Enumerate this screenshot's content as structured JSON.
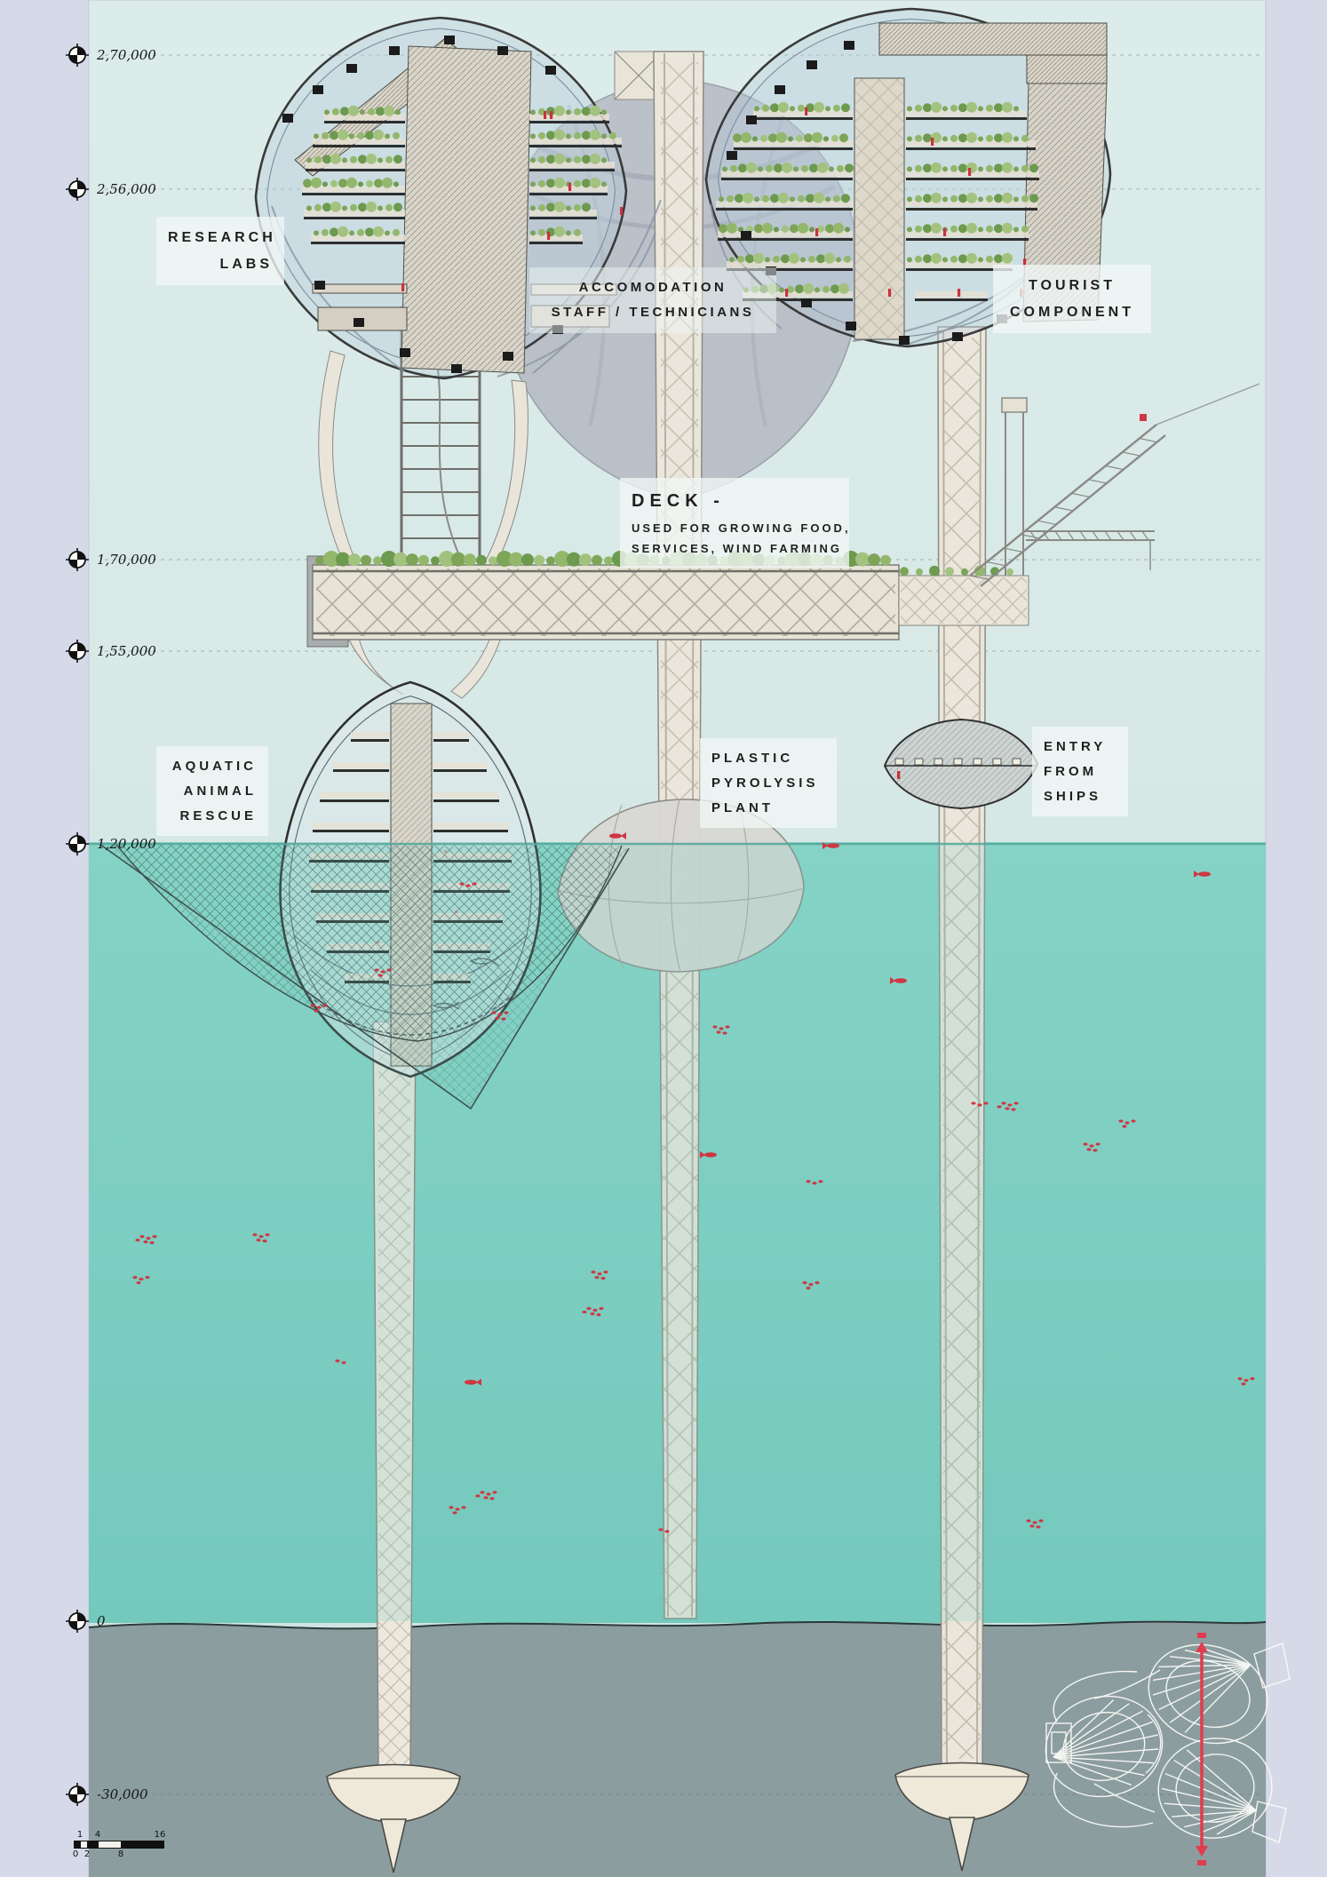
{
  "labels": {
    "research_labs": {
      "lines": [
        "RESEARCH",
        "LABS"
      ]
    },
    "accommodation": {
      "lines": [
        "ACCOMODATION",
        "STAFF / TECHNICIANS"
      ]
    },
    "tourist_component": {
      "lines": [
        "TOURIST",
        "COMPONENT"
      ]
    },
    "deck": {
      "title": "DECK -",
      "lines": [
        "USED FOR GROWING FOOD,",
        "SERVICES, WIND FARMING"
      ]
    },
    "aquatic_animal_rescue": {
      "lines": [
        "AQUATIC",
        "ANIMAL",
        "RESCUE"
      ]
    },
    "plastic_pyrolysis_plant": {
      "lines": [
        "PLASTIC",
        "PYROLYSIS",
        "PLANT"
      ]
    },
    "entry_from_ships": {
      "lines": [
        "ENTRY",
        "FROM",
        "SHIPS"
      ]
    }
  },
  "elevation_markers": [
    {
      "value": "2,70,000"
    },
    {
      "value": "2,56,000"
    },
    {
      "value": "1,70,000"
    },
    {
      "value": "1,55,000"
    },
    {
      "value": "1,20,000"
    },
    {
      "value": "0"
    },
    {
      "value": "-30,000"
    }
  ],
  "scale_bar": {
    "top_labels": [
      "1",
      "4",
      "16"
    ],
    "bottom_labels": [
      "0",
      "2",
      "8"
    ]
  },
  "colors": {
    "margin": "#d5d9e8",
    "sky": "#d3e6e4",
    "water": "#7ecfc1",
    "seabed": "#8c9da0",
    "structure": "#eae6db",
    "accent_red": "#cf3642",
    "vegetation": "#7fa85c",
    "label_text": "#1f1f1f"
  }
}
